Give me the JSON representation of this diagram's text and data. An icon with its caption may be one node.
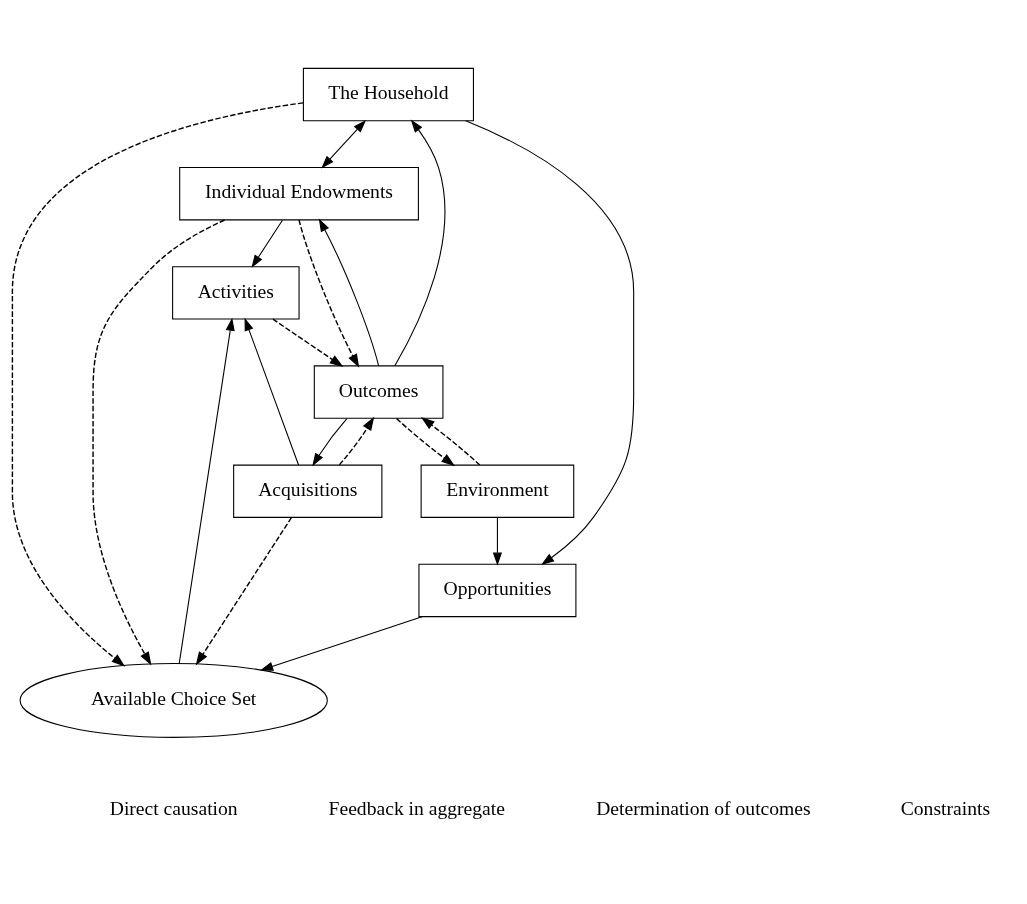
{
  "diagram": {
    "nodes": [
      {
        "text": [
          "The Household"
        ]
      },
      {
        "text": [
          "Individual Endowments"
        ]
      },
      {
        "text": [
          "Activities"
        ]
      },
      {
        "text": [
          "Environment"
        ]
      },
      {
        "text": [
          "Available Choice Set"
        ]
      },
      {
        "text": [
          "Acquisitions"
        ]
      },
      {
        "text": [
          "Opportunities"
        ]
      },
      {
        "text": [
          "Outcomes"
        ]
      }
    ],
    "edges": [
      {
        "from": 0,
        "to": 1,
        "arrow": "both"
      },
      {
        "from": 1,
        "to": 2,
        "arrow": "to"
      },
      {
        "from": 0,
        "to": 6,
        "arrow": "to"
      },
      {
        "from": 0,
        "to": 4,
        "arrow": "to",
        "style": "dashed"
      },
      {
        "from": 3,
        "to": 6,
        "arrow": "to"
      },
      {
        "from": 6,
        "to": 4,
        "arrow": "to"
      },
      {
        "from": 4,
        "to": 2,
        "arrow": "to"
      },
      {
        "from": 5,
        "to": 2,
        "arrow": "to"
      },
      {
        "from": 1,
        "to": 4,
        "arrow": "to",
        "style": "dashed"
      },
      {
        "from": 5,
        "to": 4,
        "arrow": "to",
        "style": "dashed"
      },
      {
        "from": 2,
        "to": 7,
        "arrow": "to",
        "style": "dashed"
      },
      {
        "from": 1,
        "to": 7,
        "arrow": "to",
        "style": "dashed"
      },
      {
        "from": 5,
        "to": 7,
        "arrow": "to",
        "style": "dashed"
      },
      {
        "from": 3,
        "to": 7,
        "arrow": "to",
        "style": "dashed"
      },
      {
        "from": 7,
        "to": 3,
        "arrow": "to",
        "style": "dashed"
      },
      {
        "from": 7,
        "to": 5,
        "arrow": "to"
      },
      {
        "from": 7,
        "to": 1,
        "arrow": "to"
      },
      {
        "from": 7,
        "to": 0,
        "arrow": "to"
      }
    ],
    "legend": [
      {
        "text": "Direct causation"
      },
      {
        "text": "Feedback in aggregate"
      },
      {
        "text": "Determination of outcomes"
      },
      {
        "text": "Constraints"
      }
    ]
  }
}
